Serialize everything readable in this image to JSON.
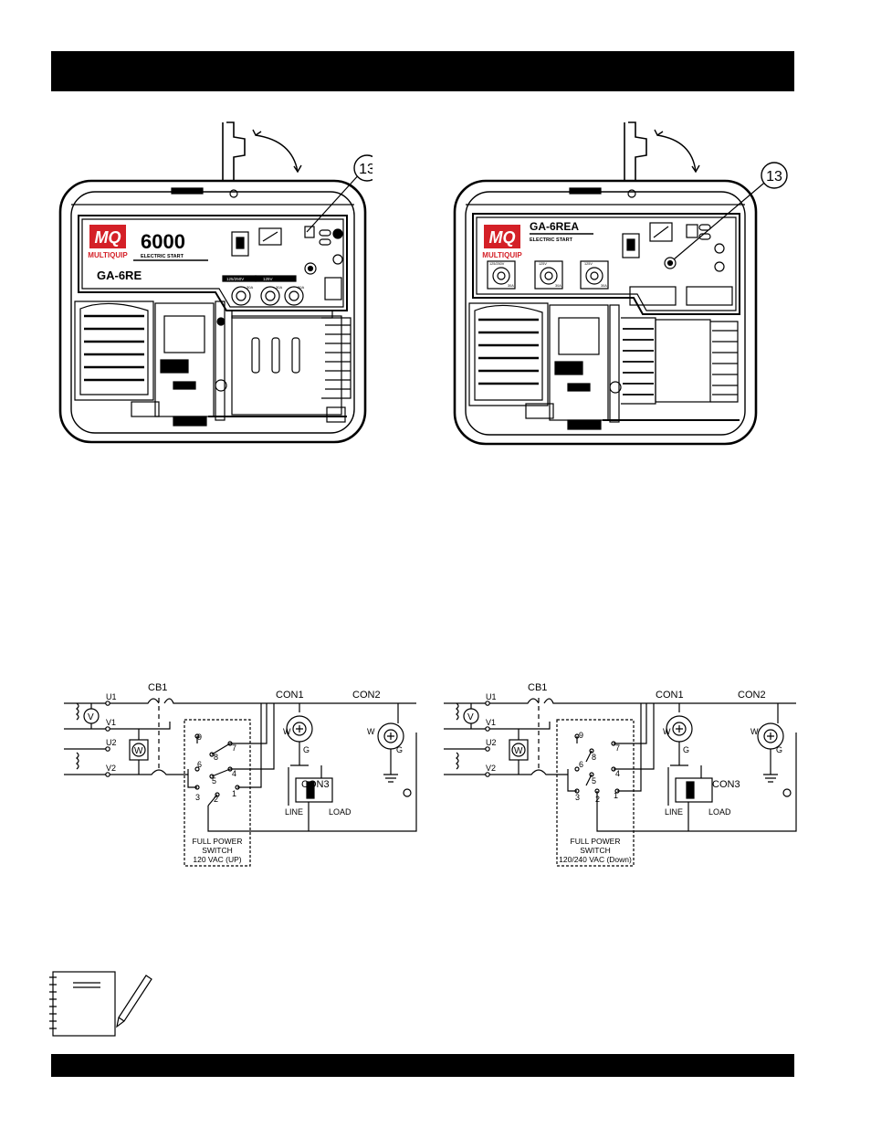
{
  "left_panel": {
    "callout": "13",
    "brand": "MQ",
    "brand_name": "MULTIQUIP",
    "model_number": "6000",
    "start_type": "ELECTRIC START",
    "model": "GA-6RE",
    "receptacle_labels": [
      "125/250V",
      "125V"
    ],
    "amp_labels": [
      "30A",
      "30A",
      "30A"
    ]
  },
  "right_panel": {
    "callout": "13",
    "brand": "MQ",
    "brand_name": "MULTIQUIP",
    "model": "GA-6REA",
    "start_type": "ELECTRIC START",
    "amp_labels": [
      "30A",
      "30A",
      "30A"
    ],
    "receptacle_labels": [
      "125/250V",
      "125V",
      "125V"
    ]
  },
  "wiring_left": {
    "labels": {
      "u1": "U1",
      "v1": "V1",
      "u2": "U2",
      "v2": "V2",
      "cb1": "CB1",
      "v_meter": "V",
      "w_meter": "W",
      "con1": "CON1",
      "con2": "CON2",
      "con3": "CON3",
      "w1": "W",
      "g1": "G",
      "w2": "W",
      "g2": "G",
      "line": "LINE",
      "load": "LOAD",
      "t9": "9",
      "t8": "8",
      "t7": "7",
      "t6": "6",
      "t5": "5",
      "t4": "4",
      "t3": "3",
      "t2": "2",
      "t1": "1"
    },
    "switch_caption": [
      "FULL POWER",
      "SWITCH",
      "120 VAC (UP)"
    ]
  },
  "wiring_right": {
    "labels": {
      "u1": "U1",
      "v1": "V1",
      "u2": "U2",
      "v2": "V2",
      "cb1": "CB1",
      "v_meter": "V",
      "w_meter": "W",
      "con1": "CON1",
      "con2": "CON2",
      "con3": "CON3",
      "w1": "W",
      "g1": "G",
      "w2": "W",
      "g2": "G",
      "line": "LINE",
      "load": "LOAD",
      "t9": "9",
      "t8": "8",
      "t7": "7",
      "t6": "6",
      "t5": "5",
      "t4": "4",
      "t3": "3",
      "t2": "2",
      "t1": "1"
    },
    "switch_caption": [
      "FULL POWER",
      "SWITCH",
      "120/240 VAC (Down)"
    ]
  },
  "colors": {
    "brand_red": "#d42027",
    "ink": "#000000"
  }
}
